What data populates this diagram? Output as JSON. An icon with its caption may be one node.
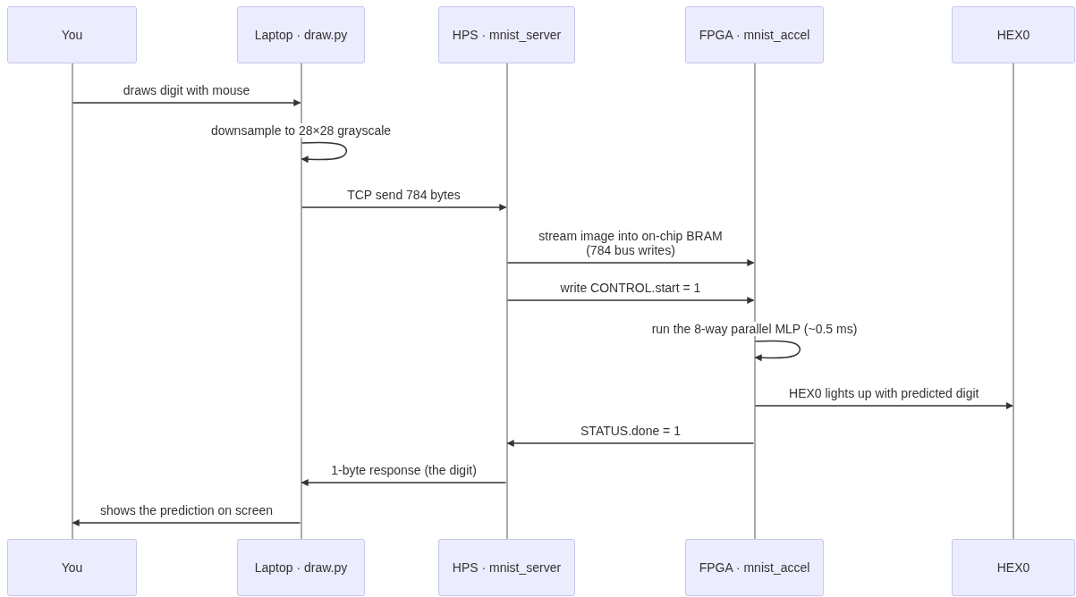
{
  "diagram": {
    "nodes": [
      {
        "text": [
          "You"
        ]
      },
      {
        "text": [
          "Laptop · draw.py"
        ]
      },
      {
        "text": [
          "HPS · mnist_server"
        ]
      },
      {
        "text": [
          "FPGA · mnist_accel"
        ]
      },
      {
        "text": [
          "HEX0"
        ]
      },
      {
        "text": [],
        "shape": "line"
      },
      {
        "text": [],
        "shape": "line"
      },
      {
        "text": [],
        "shape": "line"
      },
      {
        "text": [],
        "shape": "line"
      },
      {
        "text": [],
        "shape": "line"
      },
      {
        "text": [
          "You"
        ]
      },
      {
        "text": [
          "Laptop · draw.py"
        ]
      },
      {
        "text": [
          "HPS · mnist_server"
        ]
      },
      {
        "text": [
          "FPGA · mnist_accel"
        ]
      },
      {
        "text": [
          "HEX0"
        ]
      }
    ],
    "edges": [
      {
        "from": 5,
        "to": 6,
        "arrow": "to",
        "label": "draws digit with mouse"
      },
      {
        "from": 6,
        "to": 6,
        "arrow": "to",
        "label": "downsample to 28×28 grayscale"
      },
      {
        "from": 6,
        "to": 7,
        "arrow": "to",
        "label": "TCP send 784 bytes"
      },
      {
        "from": 7,
        "to": 8,
        "arrow": "to",
        "label": "stream image into on-chip BRAM (784 bus writes)"
      },
      {
        "from": 7,
        "to": 8,
        "arrow": "to",
        "label": "write CONTROL.start = 1"
      },
      {
        "from": 8,
        "to": 8,
        "arrow": "to",
        "label": "run the 8-way parallel MLP (~0.5 ms)"
      },
      {
        "from": 8,
        "to": 9,
        "arrow": "to",
        "label": "HEX0 lights up with predicted digit"
      },
      {
        "from": 8,
        "to": 7,
        "arrow": "to",
        "label": "STATUS.done = 1"
      },
      {
        "from": 7,
        "to": 6,
        "arrow": "to",
        "label": "1-byte response (the digit)"
      },
      {
        "from": 6,
        "to": 5,
        "arrow": "to",
        "label": "shows the prediction on screen"
      }
    ]
  }
}
